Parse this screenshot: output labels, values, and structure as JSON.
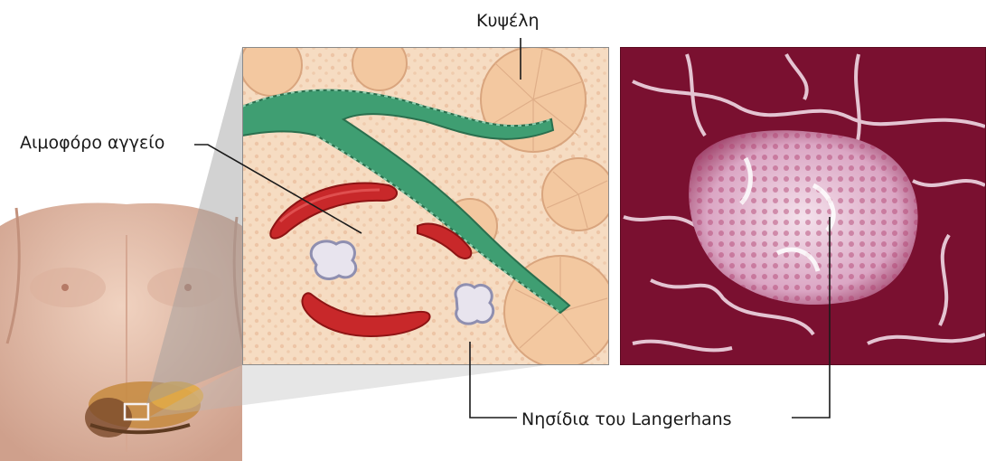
{
  "labels": {
    "alveolus": "Κυψέλη",
    "blood_vessel": "Αιμοφόρο αγγείο",
    "islets": "Νησίδια του Langerhans"
  },
  "colors": {
    "tissue_bg": "#f6dcc2",
    "acinus": "#f3c8a0",
    "duct": "#3f9e72",
    "vessel": "#c8282a",
    "histology_bg": "#7a1030",
    "islet_pale": "#efd6e4",
    "skin": "#e8c2ae"
  },
  "icons": [
    "torso-figure",
    "pancreas-organ",
    "drawn-tissue-section",
    "micrograph"
  ]
}
